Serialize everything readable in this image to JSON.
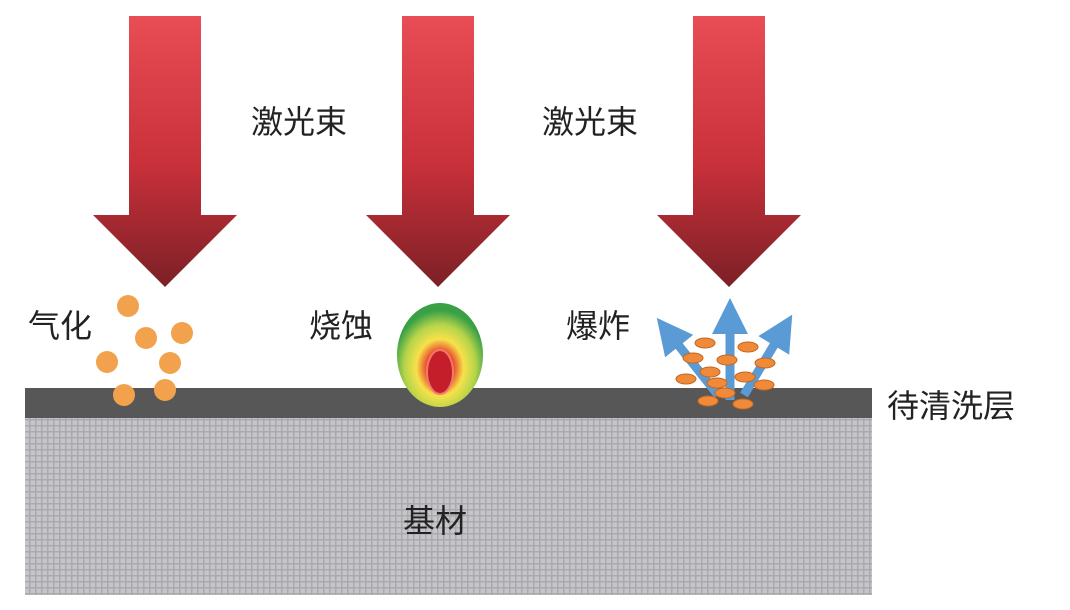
{
  "labels": {
    "beam_1": "激光束",
    "beam_2": "激光束",
    "vaporization": "气化",
    "ablation": "烧蚀",
    "explosion": "爆炸",
    "layer_to_clean": "待清洗层",
    "substrate": "基材"
  },
  "colors": {
    "beam": "#d8343a",
    "particle": "#f2a24c",
    "fragment": "#ef8a3a",
    "burst_arrow": "#5b9bd5",
    "contaminant_layer": "#575757",
    "substrate": "#b4b4b8"
  }
}
